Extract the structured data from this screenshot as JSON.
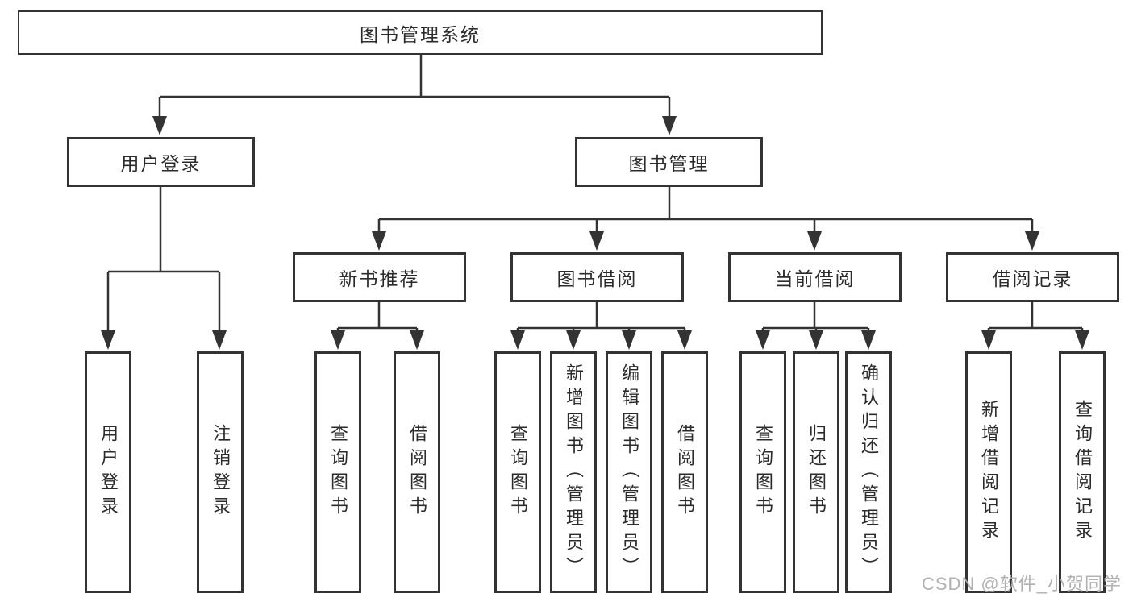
{
  "tree": {
    "label": "图书管理系统",
    "children": [
      {
        "label": "用户登录",
        "children": [
          {
            "label": "用户登录"
          },
          {
            "label": "注销登录"
          }
        ]
      },
      {
        "label": "图书管理",
        "children": [
          {
            "label": "新书推荐",
            "children": [
              {
                "label": "查询图书"
              },
              {
                "label": "借阅图书"
              }
            ]
          },
          {
            "label": "图书借阅",
            "children": [
              {
                "label": "查询图书"
              },
              {
                "label": "新增图书（管理员）"
              },
              {
                "label": "编辑图书（管理员）"
              },
              {
                "label": "借阅图书"
              }
            ]
          },
          {
            "label": "当前借阅",
            "children": [
              {
                "label": "查询图书"
              },
              {
                "label": "归还图书"
              },
              {
                "label": "确认归还（管理员）"
              }
            ]
          },
          {
            "label": "借阅记录",
            "children": [
              {
                "label": "新增借阅记录"
              },
              {
                "label": "查询借阅记录"
              }
            ]
          }
        ]
      }
    ]
  },
  "watermark": {
    "text": "CSDN @软件_小贺同学"
  },
  "colors": {
    "line": "#333333",
    "text": "#2b2b2b",
    "background": "#ffffff",
    "watermark": "#adadad"
  }
}
